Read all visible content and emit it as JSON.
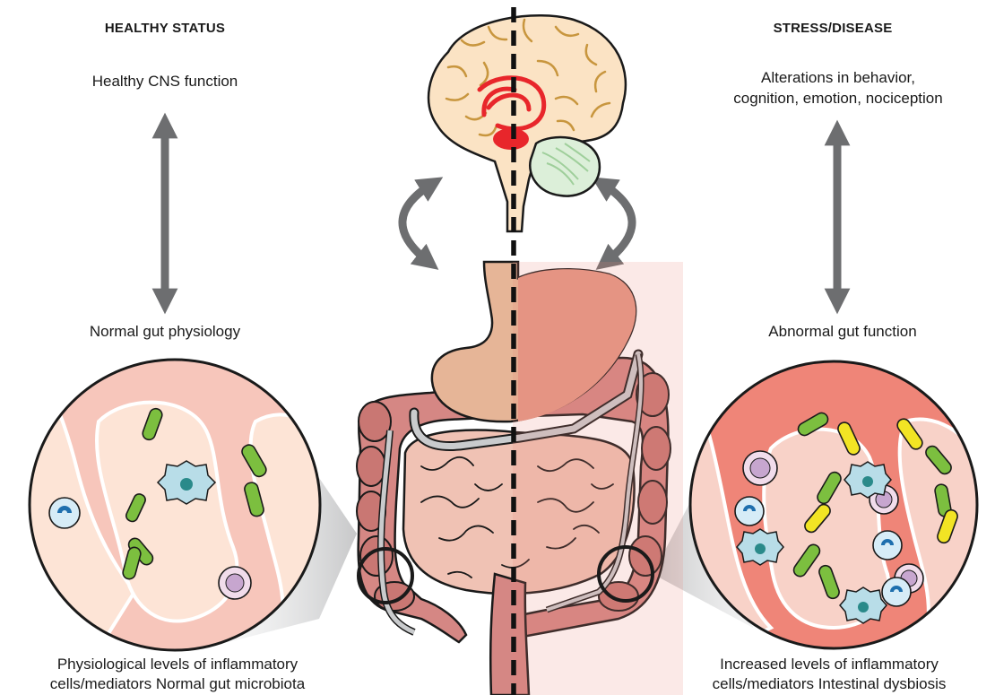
{
  "left": {
    "heading": "HEALTHY STATUS",
    "top_label": "Healthy CNS function",
    "bottom_label": "Normal gut physiology",
    "caption_line1": "Physiological levels of inflammatory",
    "caption_line2": "cells/mediators Normal gut microbiota"
  },
  "right": {
    "heading": "STRESS/DISEASE",
    "top_label_line1": "Alterations in behavior,",
    "top_label_line2": "cognition, emotion, nociception",
    "bottom_label": "Abnormal gut function",
    "caption_line1": "Increased levels of inflammatory",
    "caption_line2": "cells/mediators Intestinal dysbiosis"
  },
  "colors": {
    "arrow": "#6d6e70",
    "brain": "#fbe3c4",
    "brain_outline": "#1a1a1a",
    "brain_folds": "#c8963e",
    "limbic": "#e8262b",
    "cerebellum": "#dcefd9",
    "stomach_healthy": "#e6b597",
    "stomach_disease": "#e59886",
    "intestine": "#d58784",
    "intestine_dark": "#c97773",
    "gut_bg_healthy": "#f7c6bb",
    "villus_healthy": "#fde4d6",
    "gut_bg_disease": "#ef8578",
    "villus_disease": "#f8d2c8",
    "bacteria_green": "#7cbf3f",
    "bacteria_yellow": "#f2e424",
    "immune_cell": "#d6ecf7",
    "immune_nucleus": "#1e6fae",
    "mast_cell": "#b8dde8",
    "mast_nucleus": "#2a8a8a",
    "lymph_cell": "#f1dceb",
    "lymph_nucleus": "#c7a6cf"
  }
}
